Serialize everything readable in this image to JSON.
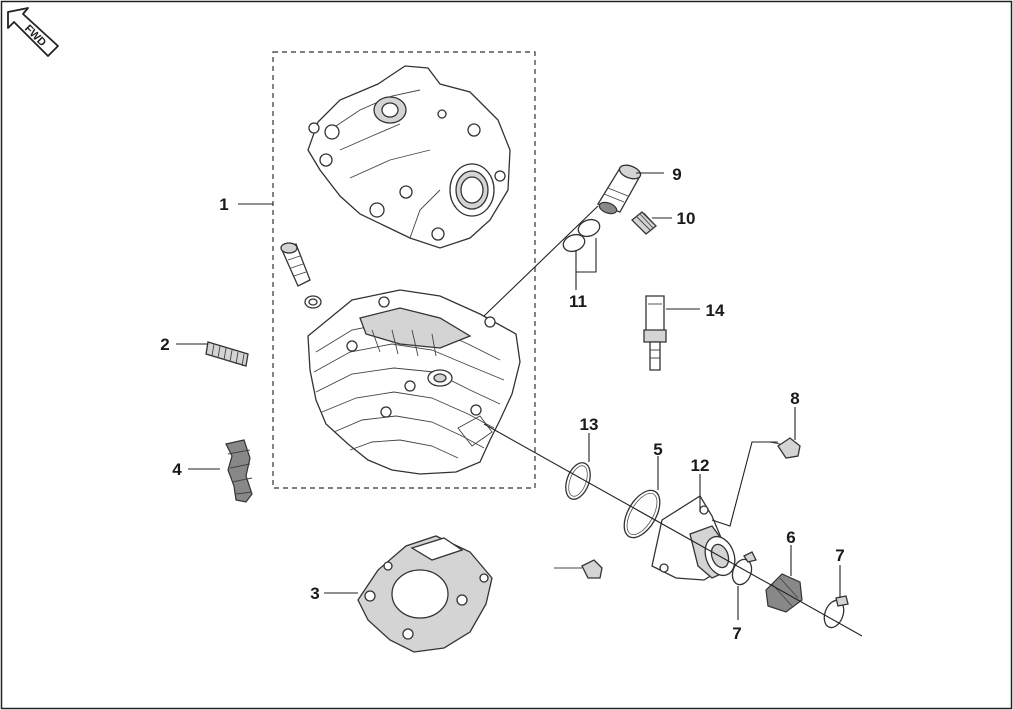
{
  "fwd_indicator": {
    "text": "FWD"
  },
  "callouts": [
    {
      "id": "c1",
      "text": "1",
      "part": "cylinder head assembly"
    },
    {
      "id": "c2",
      "text": "2",
      "part": "stud bolt"
    },
    {
      "id": "c3",
      "text": "3",
      "part": "cylinder head gasket"
    },
    {
      "id": "c4",
      "text": "4",
      "part": "guide"
    },
    {
      "id": "c5",
      "text": "5",
      "part": "o-ring"
    },
    {
      "id": "c6",
      "text": "6",
      "part": "insulator"
    },
    {
      "id": "c7a",
      "text": "7",
      "part": "hose clamp"
    },
    {
      "id": "c7b",
      "text": "7",
      "part": "hose clamp"
    },
    {
      "id": "c8",
      "text": "8",
      "part": "bolt"
    },
    {
      "id": "c9",
      "text": "9",
      "part": "pipe"
    },
    {
      "id": "c10",
      "text": "10",
      "part": "screw"
    },
    {
      "id": "c11",
      "text": "11",
      "part": "o-ring"
    },
    {
      "id": "c12",
      "text": "12",
      "part": "intake manifold"
    },
    {
      "id": "c13",
      "text": "13",
      "part": "o-ring"
    },
    {
      "id": "c14",
      "text": "14",
      "part": "temperature sensor"
    }
  ],
  "colors": {
    "line": "#222222",
    "part_fill": "#ffffff",
    "shade": "#d4d4d4",
    "border": "#333333"
  }
}
